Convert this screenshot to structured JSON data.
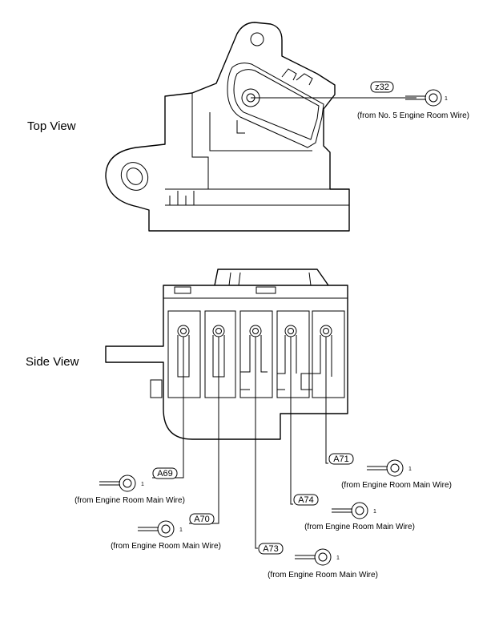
{
  "views": {
    "top": "Top View",
    "side": "Side View"
  },
  "top_terminal": {
    "code": "z32",
    "pin": "1",
    "source": "(from No. 5 Engine Room Wire)"
  },
  "side_terminals": [
    {
      "code": "A69",
      "pin": "1",
      "source": "(from Engine Room Main Wire)"
    },
    {
      "code": "A70",
      "pin": "1",
      "source": "(from Engine Room Main Wire)"
    },
    {
      "code": "A73",
      "pin": "1",
      "source": "(from Engine Room Main Wire)"
    },
    {
      "code": "A74",
      "pin": "1",
      "source": "(from Engine Room Main Wire)"
    },
    {
      "code": "A71",
      "pin": "1",
      "source": "(from Engine Room Main Wire)"
    }
  ]
}
